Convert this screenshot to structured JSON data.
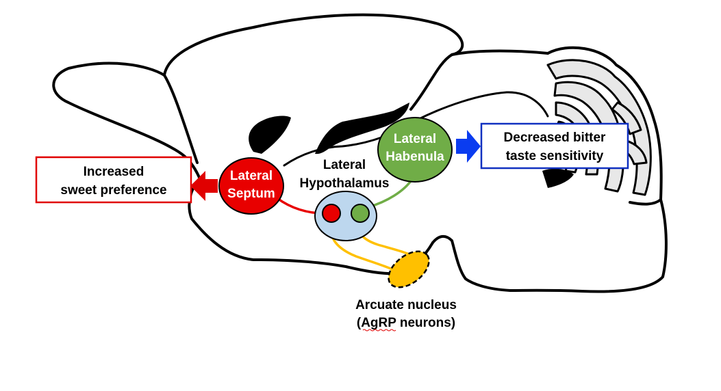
{
  "diagram": {
    "outcomes": {
      "sweet": {
        "line1": "Increased",
        "line2": "sweet preference",
        "border_color": "#e00000",
        "arrow_color": "#e00000"
      },
      "bitter": {
        "line1": "Decreased bitter",
        "line2": "taste sensitivity",
        "border_color": "#1030c0",
        "arrow_color": "#0a3cf0"
      }
    },
    "regions": {
      "lateral_septum": {
        "line1": "Lateral",
        "line2": "Septum",
        "color": "#e80000"
      },
      "lateral_habenula": {
        "line1": "Lateral",
        "line2": "Habenula",
        "color": "#70ad47"
      },
      "lateral_hypothalamus": {
        "line1": "Lateral",
        "line2": "Hypothalamus",
        "color": "#bdd7ee"
      },
      "arcuate_nucleus": {
        "line1": "Arcuate nucleus",
        "line2_open": "(",
        "line2_underlined": "AgRP",
        "line2_rest": " neurons)",
        "color": "#ffc000"
      }
    },
    "colors": {
      "outline": "#000000",
      "cerebellum_fill": "#e8e8e8",
      "projection_red": "#e80000",
      "projection_green": "#70ad47",
      "projection_yellow": "#ffc000",
      "spellcheck_underline": "#e00000"
    }
  }
}
